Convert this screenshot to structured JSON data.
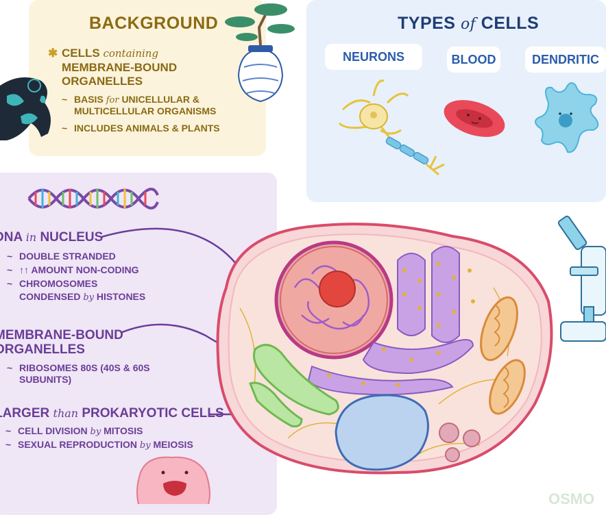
{
  "background": {
    "title": "BACKGROUND",
    "main_prefix": "CELLS",
    "main_lc": "containing",
    "main_line2": "MEMBRANE-BOUND",
    "main_line3": "ORGANELLES",
    "sub1_part1": "BASIS",
    "sub1_lc": "for",
    "sub1_part2": "UNICELLULAR &",
    "sub1_line2": "MULTICELLULAR ORGANISMS",
    "sub2": "INCLUDES ANIMALS & PLANTS"
  },
  "types": {
    "title_part1": "TYPES",
    "title_lc": "of",
    "title_part2": "CELLS",
    "labels": [
      "NEURONS",
      "BLOOD",
      "DENDRITIC"
    ]
  },
  "eukaryote": {
    "dna_prefix": "DNA",
    "dna_lc": "in",
    "dna_suffix": "NUCLEUS",
    "dna_points": [
      "DOUBLE STRANDED",
      "↑↑ AMOUNT NON-CODING"
    ],
    "dna_chrom_line1": "CHROMOSOMES",
    "dna_chrom_line2_part1": "CONDENSED",
    "dna_chrom_lc": "by",
    "dna_chrom_line2_part2": "HISTONES",
    "mem_line1": "MEMBRANE-BOUND",
    "mem_line2": "ORGANELLES",
    "ribo_line1": "RIBOSOMES 80S (40S & 60S",
    "ribo_line2": "SUBUNITS)",
    "larger_prefix": "LARGER",
    "larger_lc": "than",
    "larger_suffix": "PROKARYOTIC CELLS",
    "div_part1": "CELL DIVISION",
    "div_lc": "by",
    "div_part2": "MITOSIS",
    "sex_part1": "SEXUAL REPRODUCTION",
    "sex_lc": "by",
    "sex_part2": "MEIOSIS"
  },
  "watermark": "OSMO",
  "colors": {
    "gold": "#8a6a13",
    "navy": "#1f3d75",
    "purple": "#6a3d96",
    "cell_membrane": "#d94c6b"
  }
}
